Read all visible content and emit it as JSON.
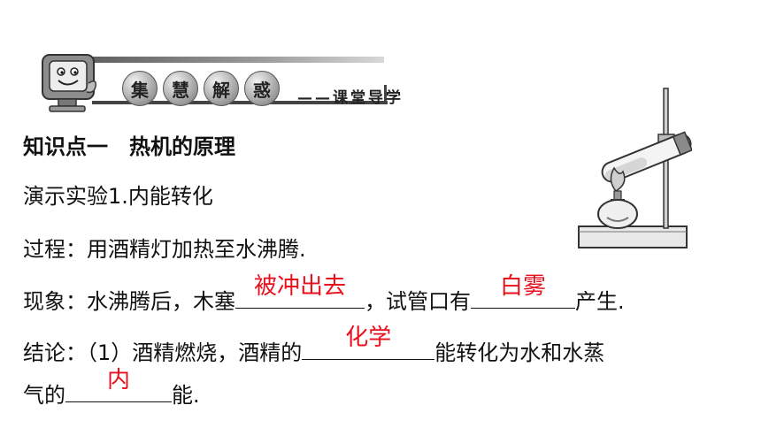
{
  "header": {
    "seals": [
      "集",
      "慧",
      "解",
      "惑"
    ],
    "subtitle": "——课堂导学"
  },
  "content": {
    "heading": "知识点一　热机的原理",
    "demo": "演示实验1.内能转化",
    "process": "过程：用酒精灯加热至水沸腾.",
    "phenomenon": {
      "prefix": "现象：水沸腾后，木塞",
      "blank1_answer": "被冲出去",
      "middle": "，试管口有",
      "blank2_answer": "白雾",
      "suffix": "产生."
    },
    "conclusion": {
      "prefix": "结论：（1）酒精燃烧，酒精的",
      "blank1_answer": "化学",
      "suffix": "能转化为水和水蒸",
      "line2_prefix": "气的",
      "blank2_answer": "内",
      "line2_suffix": "能."
    }
  },
  "colors": {
    "answer": "#e8101c",
    "text": "#111111",
    "banner_bar": "#7a7a7a"
  },
  "icons": {
    "mascot": "computer-monitor-mascot-icon",
    "apparatus": "test-tube-alcohol-lamp-stand-illustration"
  }
}
